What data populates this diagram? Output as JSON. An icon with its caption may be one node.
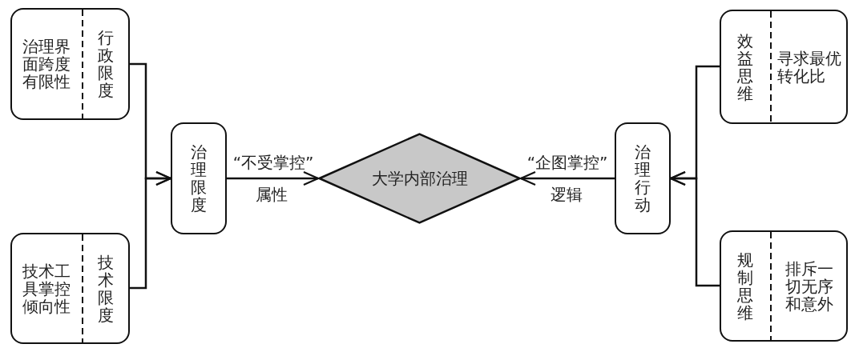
{
  "diagram": {
    "nodes": [
      {
        "text": [
          "治理界面跨度有限性",
          "行政限度"
        ]
      },
      {
        "text": [
          "技术工具掌控倾向性",
          "技术限度"
        ]
      },
      {
        "text": [
          "治理限度"
        ]
      },
      {
        "text": [
          "大学内部治理"
        ]
      },
      {
        "text": [
          "治理行动"
        ]
      },
      {
        "text": [
          "效益思维",
          "寻求最优转化比"
        ]
      },
      {
        "text": [
          "规制思维",
          "排斥一切无序和意外"
        ]
      }
    ],
    "edges": [
      {
        "from": 0,
        "to": 2,
        "arrow": "to"
      },
      {
        "from": 1,
        "to": 2,
        "arrow": "to"
      },
      {
        "from": 2,
        "to": 3,
        "arrow": "to",
        "label": "“不受掌控”"
      },
      {
        "from": 4,
        "to": 3,
        "arrow": "to",
        "label": "“企图掌控”"
      },
      {
        "from": 5,
        "to": 4,
        "arrow": "to"
      },
      {
        "from": 6,
        "to": 4,
        "arrow": "to"
      }
    ],
    "labels": [
      "属性",
      "逻辑"
    ]
  }
}
